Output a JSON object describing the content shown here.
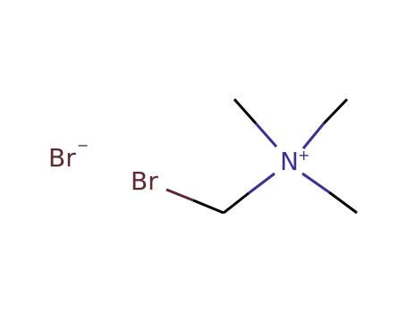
{
  "molecule": {
    "counterion": {
      "element": "Br",
      "charge": "−"
    },
    "atoms": {
      "bromine": "Br",
      "nitrogen": "N",
      "nitrogen_charge": "+"
    }
  },
  "colors": {
    "background": "#ffffff",
    "carbon_bond": "#000000",
    "nitrogen": "#3a3190",
    "bromine": "#5b2a32"
  }
}
